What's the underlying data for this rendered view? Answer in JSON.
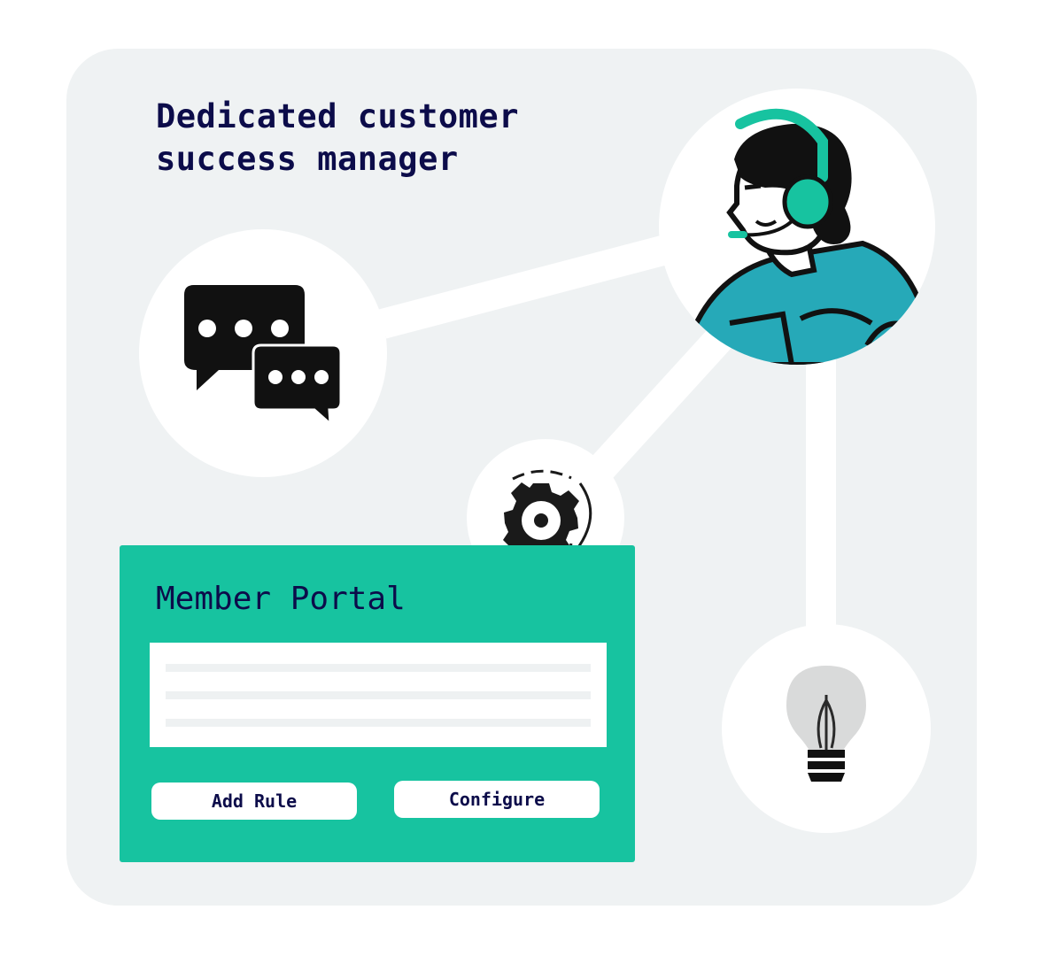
{
  "headline": {
    "line1": "Dedicated customer",
    "line2": "success manager"
  },
  "portal": {
    "title": "Member Portal",
    "add_rule_label": "Add Rule",
    "configure_label": "Configure"
  },
  "icons": {
    "chat": "chat-bubbles-icon",
    "agent": "support-agent-illustration",
    "gear": "gear-sync-icon",
    "bulb": "lightbulb-icon"
  },
  "colors": {
    "background": "#eff2f3",
    "accent": "#17c3a0",
    "headline_text": "#0c0c4a",
    "connector": "#ffffff",
    "agent_shirt": "#26a9b8"
  }
}
